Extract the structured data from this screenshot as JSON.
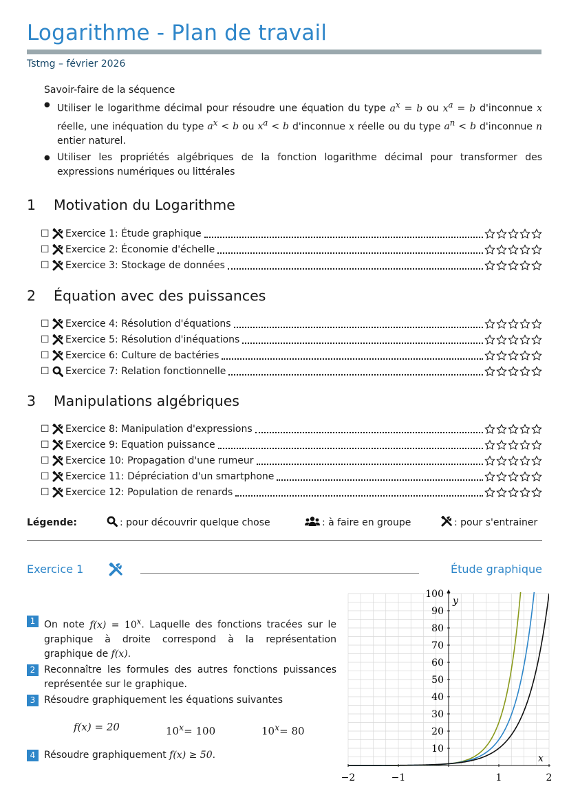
{
  "header": {
    "title": "Logarithme - Plan de travail",
    "subtitle": "Tstmg – février 2026"
  },
  "skills": {
    "heading": "Savoir-faire de la séquence",
    "items": [
      {
        "a": "Utiliser le logarithme décimal pour résoudre une équation du type ",
        "m1": "a",
        "m1sup": "x",
        "m1rest": " = b",
        "b": " ou ",
        "m2": "x",
        "m2sup": "a",
        "m2rest": " = b",
        "c": " d'inconnue ",
        "m3": "x",
        "d": " réelle, une inéquation du type ",
        "m4": "a",
        "m4sup": "x",
        "m4rest": " < b",
        "e": " ou ",
        "m5": "x",
        "m5sup": "a",
        "m5rest": " < b",
        "f": " d'inconnue ",
        "m6": "x",
        "g": " réelle ou du type ",
        "m7": "a",
        "m7sup": "n",
        "m7rest": " < b",
        "h": " d'inconnue ",
        "m8": "n",
        "i": " entier naturel."
      },
      {
        "text": "Utiliser les propriétés algébriques de la fonction logarithme décimal pour transformer des expressions numériques ou littérales"
      }
    ]
  },
  "sections": [
    {
      "number": "1",
      "title": "Motivation du Logarithme",
      "exercises": [
        {
          "kind": "train",
          "label": "Exercice 1: Étude graphique"
        },
        {
          "kind": "train",
          "label": "Exercice 2: Économie d'échelle"
        },
        {
          "kind": "train",
          "label": "Exercice 3: Stockage de données"
        }
      ]
    },
    {
      "number": "2",
      "title": "Équation avec des puissances",
      "exercises": [
        {
          "kind": "train",
          "label": "Exercice 4: Résolution d'équations"
        },
        {
          "kind": "train",
          "label": "Exercice 5: Résolution d'inéquations"
        },
        {
          "kind": "train",
          "label": "Exercice 6: Culture de bactéries"
        },
        {
          "kind": "discover",
          "label": "Exercice 7: Relation fonctionnelle"
        }
      ]
    },
    {
      "number": "3",
      "title": "Manipulations algébriques",
      "exercises": [
        {
          "kind": "train",
          "label": "Exercice 8: Manipulation d'expressions"
        },
        {
          "kind": "train",
          "label": "Exercice 9: Equation puissance"
        },
        {
          "kind": "train",
          "label": "Exercice 10: Propagation d'une rumeur"
        },
        {
          "kind": "train",
          "label": "Exercice 11: Dépréciation d'un smartphone"
        },
        {
          "kind": "train",
          "label": "Exercice 12: Population de renards"
        }
      ]
    }
  ],
  "checkbox_glyph": "☐",
  "star_count": 5,
  "legend": {
    "title": "Légende:",
    "discover": ": pour découvrir quelque chose",
    "group": ": à faire en groupe",
    "train": ": pour s'entrainer"
  },
  "exercise1": {
    "name": "Exercice 1",
    "topic": "Étude graphique",
    "questions": {
      "q1": {
        "n": "1",
        "t1": "On note ",
        "m1": "f",
        "m1b": "(x)",
        "m1c": " = 10",
        "m1sup": "x",
        "t2": ". Laquelle des fonctions tracées sur le graphique à droite correspond à la représentation graphique de ",
        "m2": "f",
        "m2b": "(x)",
        "t3": "."
      },
      "q2": {
        "n": "2",
        "text": "Reconnaître les formules des autres fonctions puissances représentée sur le graphique."
      },
      "q3": {
        "n": "3",
        "text": "Résoudre graphiquement les équations suivantes",
        "eq1": "f(x) = 20",
        "eq2a": "10",
        "eq2sup": "x",
        "eq2b": " = 100",
        "eq3a": "10",
        "eq3sup": "x",
        "eq3b": " = 80"
      },
      "q4": {
        "n": "4",
        "t1": "Résoudre graphiquement ",
        "m1": "f",
        "m1b": "(x) ≥ 50",
        "t2": "."
      }
    }
  },
  "chart_data": {
    "type": "line",
    "xlabel": "x",
    "ylabel": "y",
    "xlim": [
      -2,
      2
    ],
    "ylim": [
      0,
      100
    ],
    "x_ticks": [
      -2,
      -1,
      1,
      2
    ],
    "x_tick_labels": [
      "−2",
      "−1",
      "1",
      "2"
    ],
    "y_ticks": [
      10,
      20,
      30,
      40,
      50,
      60,
      70,
      80,
      90,
      100
    ],
    "y_tick_labels": [
      "10",
      "20",
      "30",
      "40",
      "50",
      "60",
      "70",
      "80",
      "90",
      "100"
    ],
    "grid": true,
    "series": [
      {
        "base": 25,
        "color": "#8a9a1c"
      },
      {
        "base": 15,
        "color": "#2e86c9"
      },
      {
        "base": 10,
        "color": "#111111"
      }
    ]
  },
  "colors": {
    "accent": "#2e86c9",
    "rule": "#9aa8ad"
  }
}
